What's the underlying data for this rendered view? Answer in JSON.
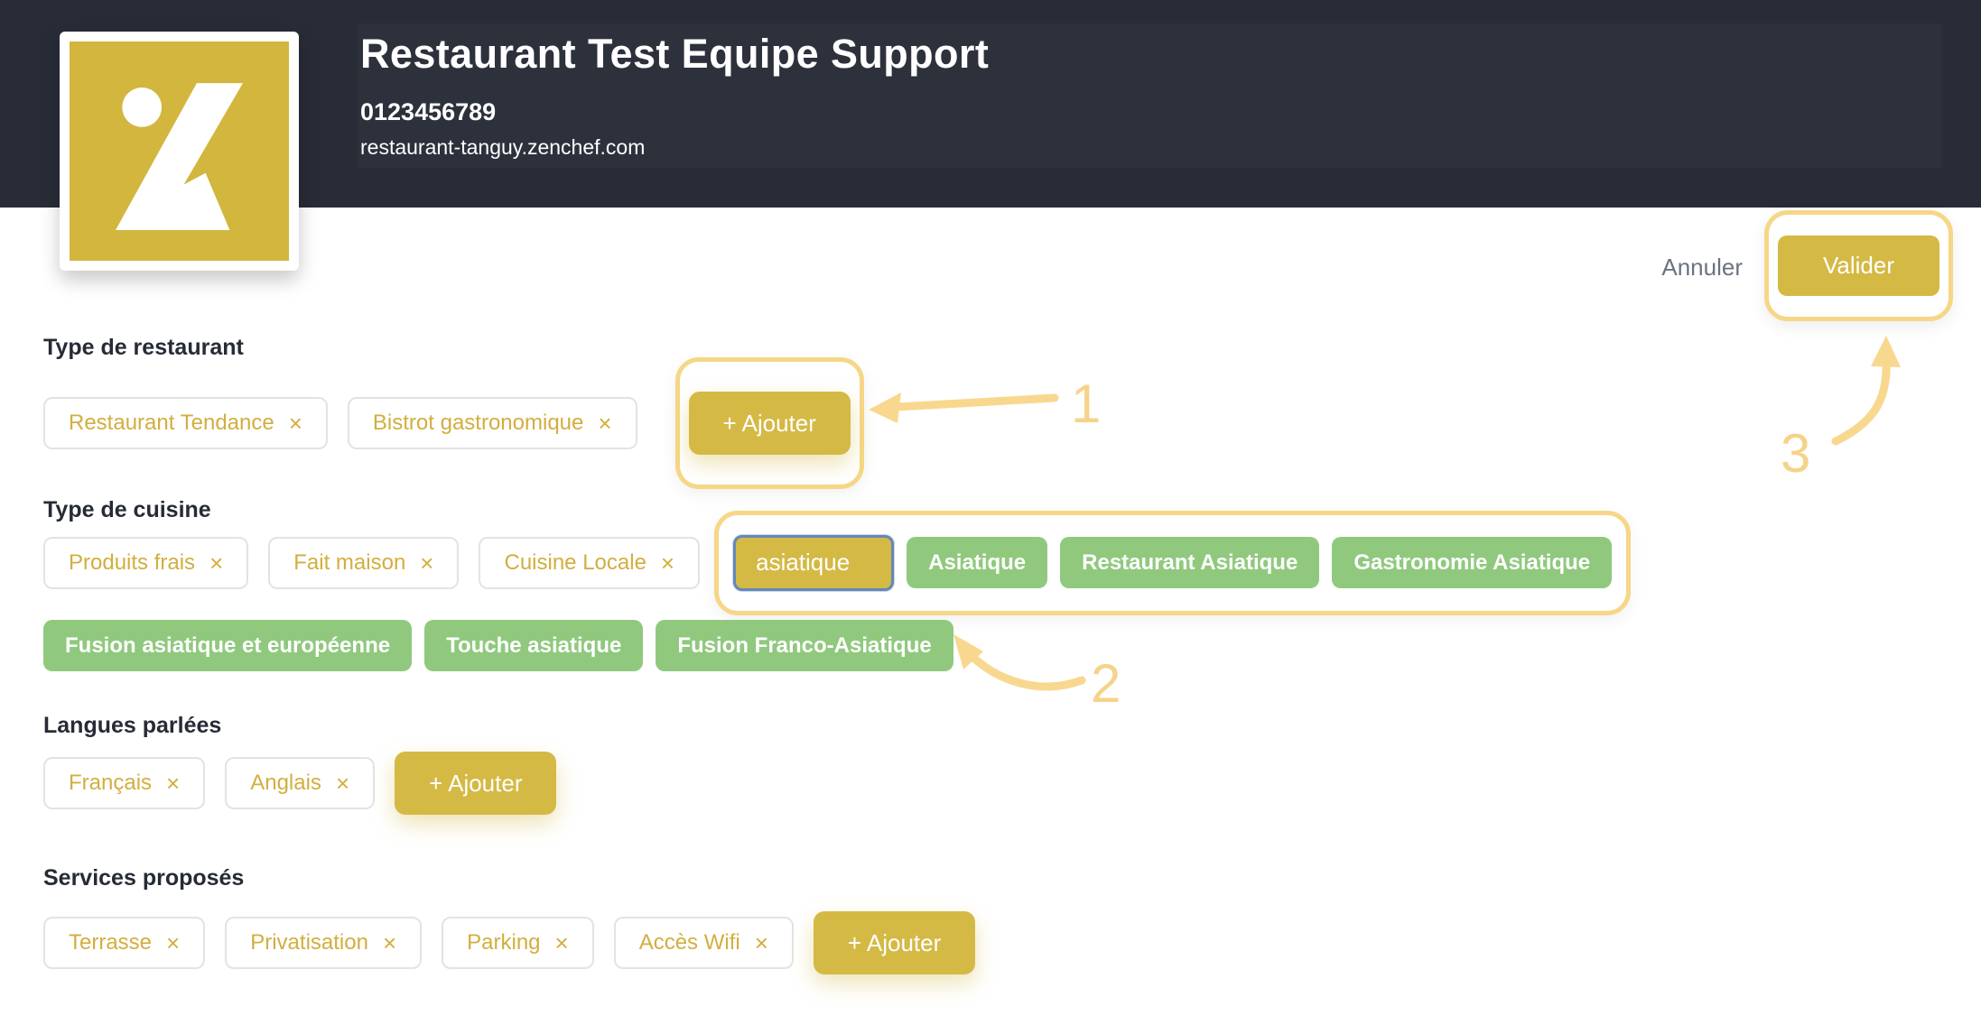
{
  "colors": {
    "header_bg": "#282c37",
    "brand_yellow": "#d4b945",
    "logo_yellow": "#d2b63e",
    "tag_text_yellow": "#d3ae3e",
    "annotation_yellow": "#f6d787",
    "arrow_yellow": "#f8d88f",
    "suggestion_green": "#90c97e",
    "cancel_gray": "#6b7280",
    "input_focus_blue": "#6488b8"
  },
  "header": {
    "title": "Restaurant Test Equipe Support",
    "phone": "0123456789",
    "url": "restaurant-tanguy.zenchef.com"
  },
  "toolbar": {
    "cancel_label": "Annuler",
    "submit_label": "Valider"
  },
  "icons": {
    "close": "×",
    "logo": "zenchef-z-logo"
  },
  "sections": [
    {
      "title": "Type de restaurant",
      "tags": [
        "Restaurant Tendance",
        "Bistrot gastronomique"
      ],
      "add_label": "+ Ajouter"
    },
    {
      "title": "Type de cuisine",
      "tags": [
        "Produits frais",
        "Fait maison",
        "Cuisine Locale"
      ],
      "input_value": "asiatique",
      "suggestions_row1": [
        "Asiatique",
        "Restaurant Asiatique",
        "Gastronomie Asiatique"
      ],
      "suggestions_row2": [
        "Fusion asiatique et européenne",
        "Touche asiatique",
        "Fusion Franco-Asiatique"
      ]
    },
    {
      "title": "Langues parlées",
      "tags": [
        "Français",
        "Anglais"
      ],
      "add_label": "+ Ajouter"
    },
    {
      "title": "Services proposés",
      "tags": [
        "Terrasse",
        "Privatisation",
        "Parking",
        "Accès Wifi"
      ],
      "add_label": "+ Ajouter"
    }
  ],
  "annotations": {
    "step1": "1",
    "step2": "2",
    "step3": "3"
  }
}
